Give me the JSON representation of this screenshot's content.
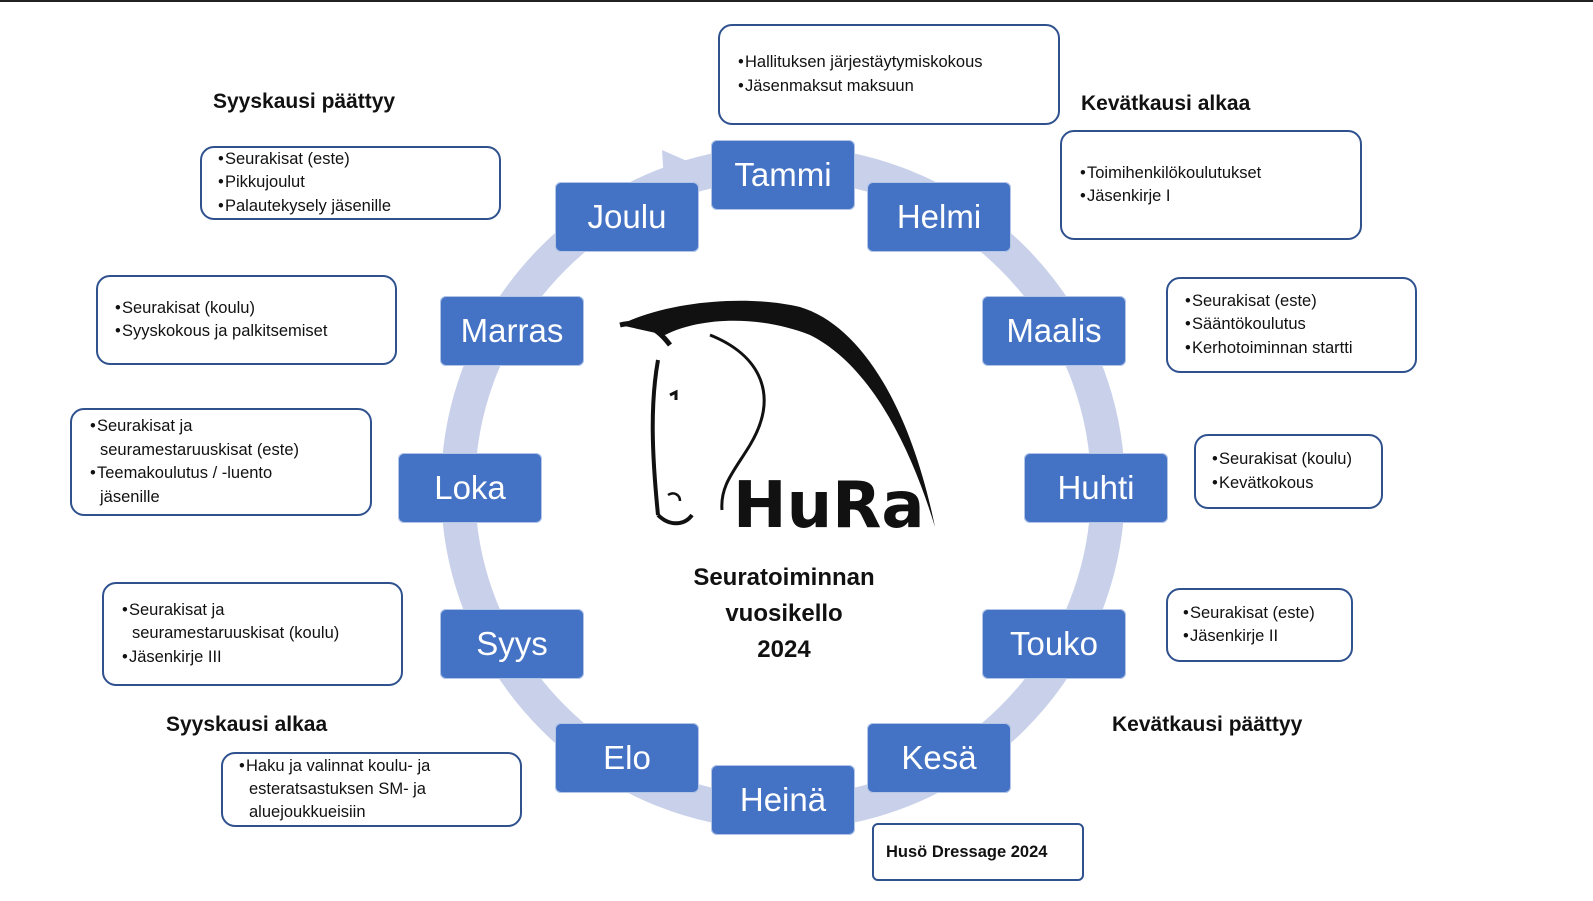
{
  "center": {
    "title_lines": [
      "Seuratoiminnan",
      "vuosikello",
      "2024"
    ],
    "logo_text": "HuRa"
  },
  "months": [
    "Tammi",
    "Helmi",
    "Maalis",
    "Huhti",
    "Touko",
    "Kesä",
    "Heinä",
    "Elo",
    "Syys",
    "Loka",
    "Marras",
    "Joulu"
  ],
  "seasons": {
    "autumn_ends": "Syyskausi päättyy",
    "spring_starts": "Kevätkausi alkaa",
    "autumn_starts": "Syyskausi alkaa",
    "spring_ends": "Kevätkausi päättyy"
  },
  "notes": {
    "tammi": [
      "Hallituksen järjestäytymiskokous",
      "Jäsenmaksut maksuun"
    ],
    "helmi": [
      "Toimihenkilökoulutukset",
      "Jäsenkirje I"
    ],
    "maalis": [
      "Seurakisat (este)",
      "Sääntökoulutus",
      "Kerhotoiminnan startti"
    ],
    "huhti": [
      "Seurakisat (koulu)",
      "Kevätkokous"
    ],
    "touko": [
      "Seurakisat (este)",
      "Jäsenkirje II"
    ],
    "elo": [
      "Haku ja valinnat koulu- ja",
      "esteratsastuksen SM- ja",
      "aluejoukkueisiin"
    ],
    "syys": [
      "Seurakisat ja",
      "seuramestaruuskisat (koulu)",
      "Jäsenkirje III"
    ],
    "loka": [
      "Seurakisat ja",
      "seuramestaruuskisat (este)",
      "Teemakoulutus / -luento",
      "jäsenille"
    ],
    "marras": [
      "Seurakisat (koulu)",
      "Syyskokous ja palkitsemiset"
    ],
    "joulu": [
      "Seurakisat (este)",
      "Pikkujoulut",
      "Palautekysely jäsenille"
    ]
  },
  "event": "Husö Dressage 2024",
  "colors": {
    "month_fill": "#4472c4",
    "ring": "#c8d0e8",
    "note_border": "#2f528f"
  }
}
